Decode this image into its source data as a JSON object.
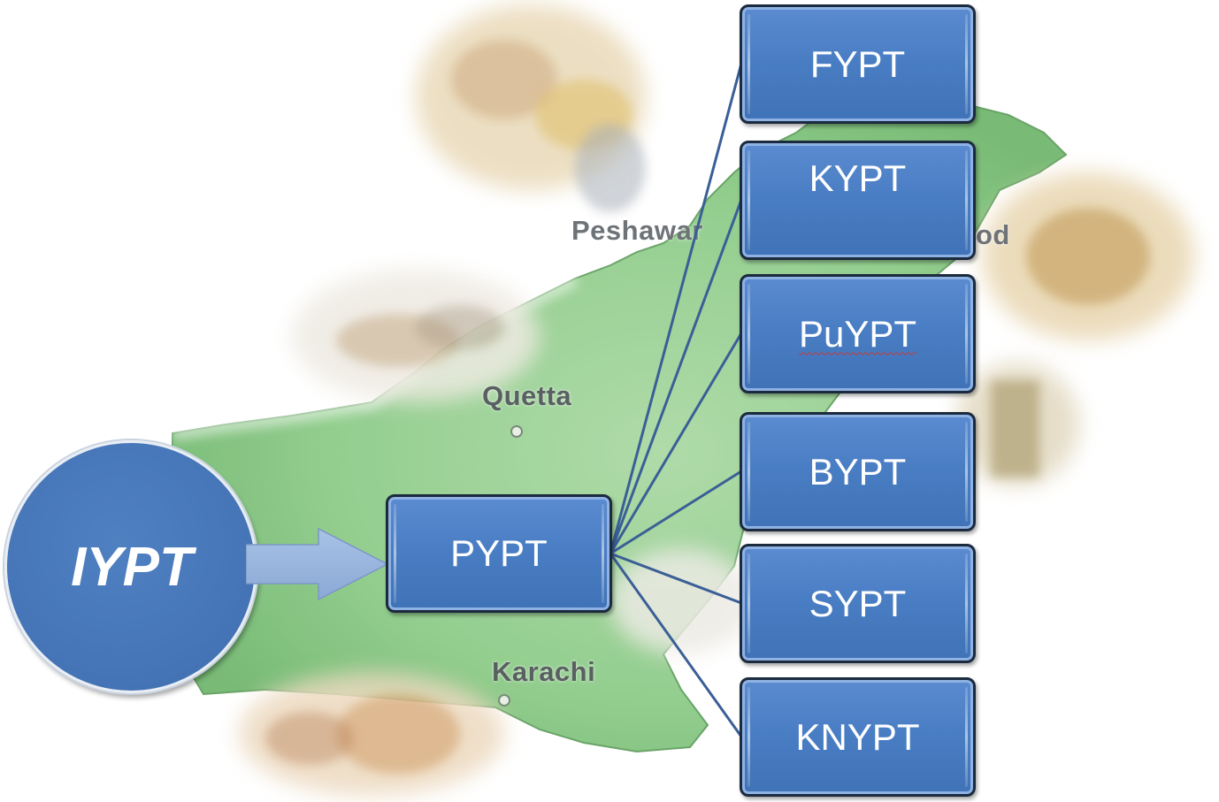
{
  "diagram": {
    "root": {
      "label": "IYPT"
    },
    "national": {
      "label": "PYPT"
    },
    "regional": [
      {
        "label": "FYPT"
      },
      {
        "label": "KYPT"
      },
      {
        "label": "PuYPT"
      },
      {
        "label": "BYPT"
      },
      {
        "label": "SYPT"
      },
      {
        "label": "KNYPT"
      }
    ]
  },
  "map": {
    "labels": {
      "peshawar": "Peshawar",
      "islamabad_fragment": "od",
      "quetta": "Quetta",
      "karachi": "Karachi"
    }
  },
  "colors": {
    "box_fill": "#4a7ec4",
    "box_border": "#1b2a3d",
    "connector": "#3a5f97",
    "map_green": "#8cc98a"
  }
}
